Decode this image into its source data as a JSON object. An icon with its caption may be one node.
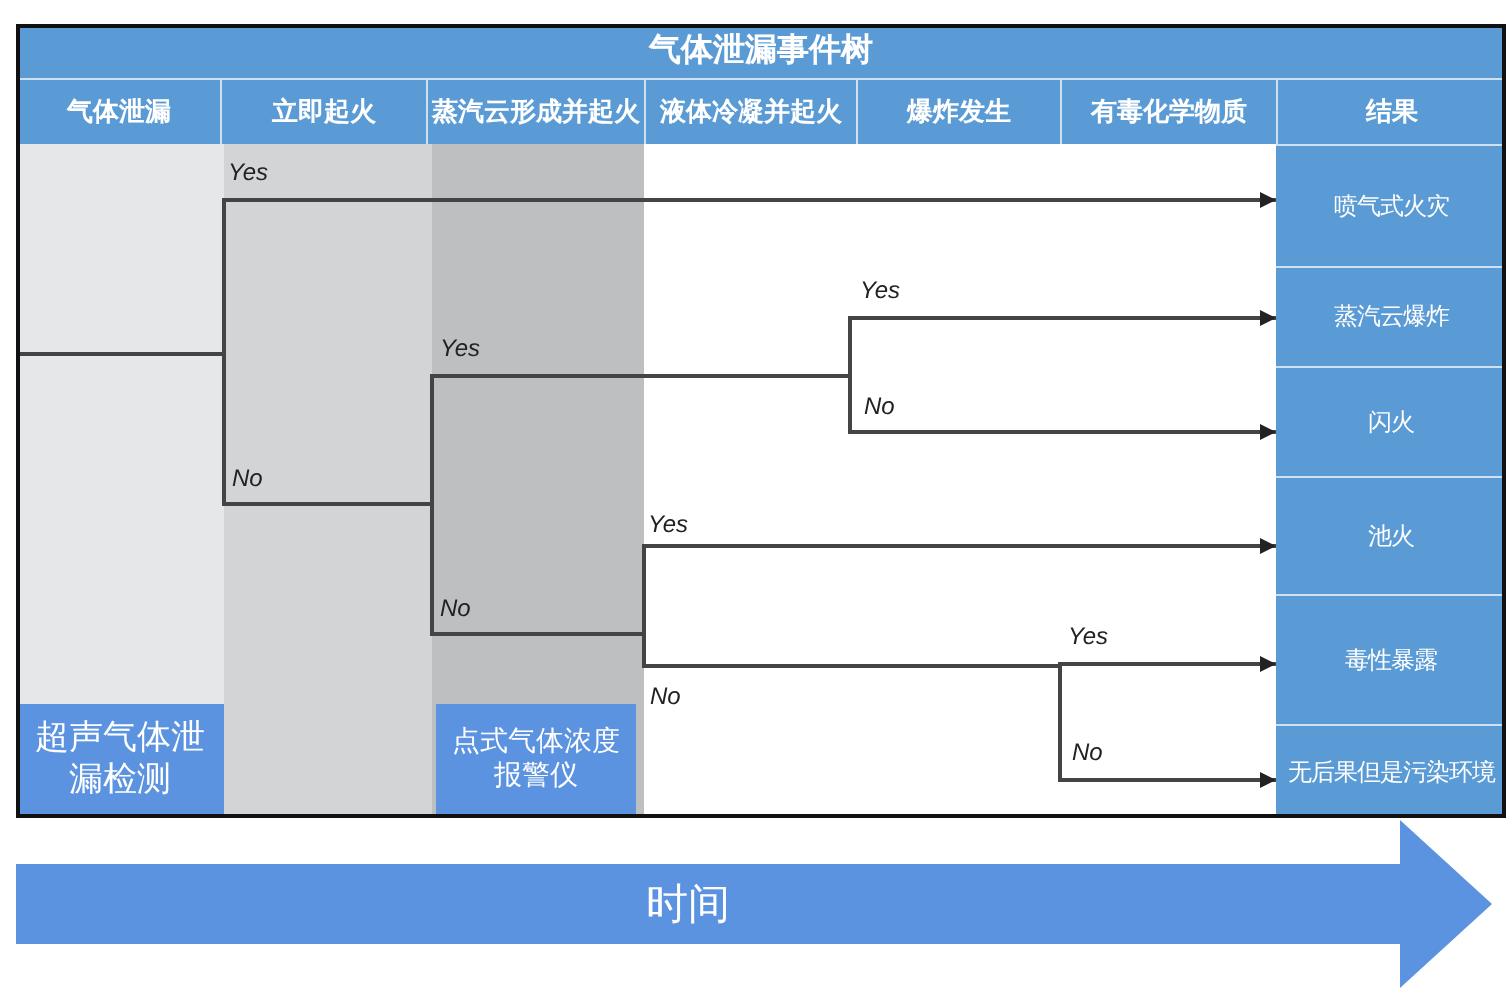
{
  "diagram": {
    "title": "气体泄漏事件树",
    "nodes": [
      {
        "text": [
          "气体泄漏"
        ]
      },
      {
        "text": [
          "立即起火"
        ]
      },
      {
        "text": [
          "蒸汽云形成并起火"
        ]
      },
      {
        "text": [
          "液体冷凝并起火"
        ]
      },
      {
        "text": [
          "爆炸发生"
        ]
      },
      {
        "text": [
          "有毒化学物质"
        ]
      },
      {
        "text": [
          "结果"
        ]
      },
      {
        "text": [
          "喷气式火灾"
        ]
      },
      {
        "text": [
          "蒸汽云爆炸"
        ]
      },
      {
        "text": [
          "闪火"
        ]
      },
      {
        "text": [
          "池火"
        ]
      },
      {
        "text": [
          "毒性暴露"
        ]
      },
      {
        "text": [
          "无后果但是污染环境"
        ]
      },
      {
        "text": [
          "超声气体泄漏检测"
        ]
      },
      {
        "text": [
          "点式气体浓度报警仪"
        ]
      },
      {
        "text": [
          "时间"
        ]
      }
    ],
    "edges": [
      {
        "from": null,
        "to": 7,
        "arrow": "to"
      },
      {
        "from": null,
        "to": 8,
        "arrow": "to"
      },
      {
        "from": null,
        "to": 9,
        "arrow": "to"
      },
      {
        "from": null,
        "to": 10,
        "arrow": "to"
      },
      {
        "from": null,
        "to": 11,
        "arrow": "to"
      },
      {
        "from": null,
        "to": 12,
        "arrow": "to"
      }
    ],
    "labels": [
      "Yes",
      "Yes",
      "Yes",
      "No",
      "No",
      "Yes",
      "No",
      "Yes",
      "No",
      "No"
    ]
  }
}
